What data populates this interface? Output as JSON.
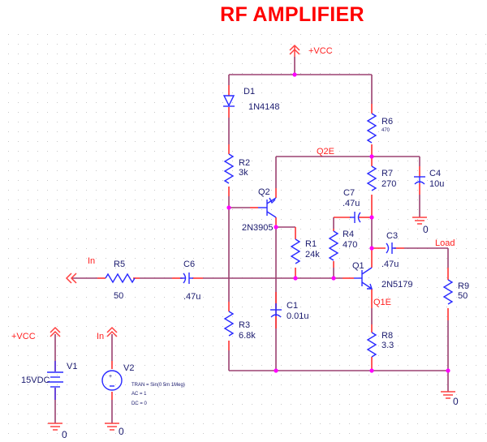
{
  "title": "RF AMPLIFIER",
  "colors": {
    "title": "#ff0000",
    "wire": "#9b4070",
    "pin": "#ff3030",
    "component": "#2a2aff",
    "junction": "#ff00ff",
    "net_label": "#ff2020"
  },
  "components": {
    "D1": {
      "ref": "D1",
      "value": "1N4148"
    },
    "R2": {
      "ref": "R2",
      "value": "3k"
    },
    "R6": {
      "ref": "R6",
      "value": "470"
    },
    "R7": {
      "ref": "R7",
      "value": "270"
    },
    "C4": {
      "ref": "C4",
      "value": "10u"
    },
    "Q2": {
      "ref": "Q2",
      "value": "2N3905"
    },
    "C7": {
      "ref": "C7",
      "value": ".47u"
    },
    "R4": {
      "ref": "R4",
      "value": "470"
    },
    "R1": {
      "ref": "R1",
      "value": "24k"
    },
    "C3": {
      "ref": "C3",
      "value": ".47u"
    },
    "R5": {
      "ref": "R5",
      "value": "50"
    },
    "C6": {
      "ref": "C6",
      "value": ".47u"
    },
    "Q1": {
      "ref": "Q1",
      "value": "2N5179"
    },
    "R9": {
      "ref": "R9",
      "value": "50"
    },
    "C1": {
      "ref": "C1",
      "value": "0.01u"
    },
    "R3": {
      "ref": "R3",
      "value": "6.8k"
    },
    "R8": {
      "ref": "R8",
      "value": "3.3"
    },
    "V1": {
      "ref": "V1",
      "value": "15VDC"
    },
    "V2": {
      "ref": "V2",
      "tran": "TRAN = Sin(0 5m 1Meg)",
      "ac": "AC = 1",
      "dc": "DC = 0"
    }
  },
  "nets": {
    "vcc_top": "+VCC",
    "vcc_src": "+VCC",
    "in_left": "In",
    "in_src": "In",
    "q2e": "Q2E",
    "load": "Load",
    "q1e": "Q1E"
  },
  "grounds": [
    "0",
    "0",
    "0",
    "0"
  ]
}
